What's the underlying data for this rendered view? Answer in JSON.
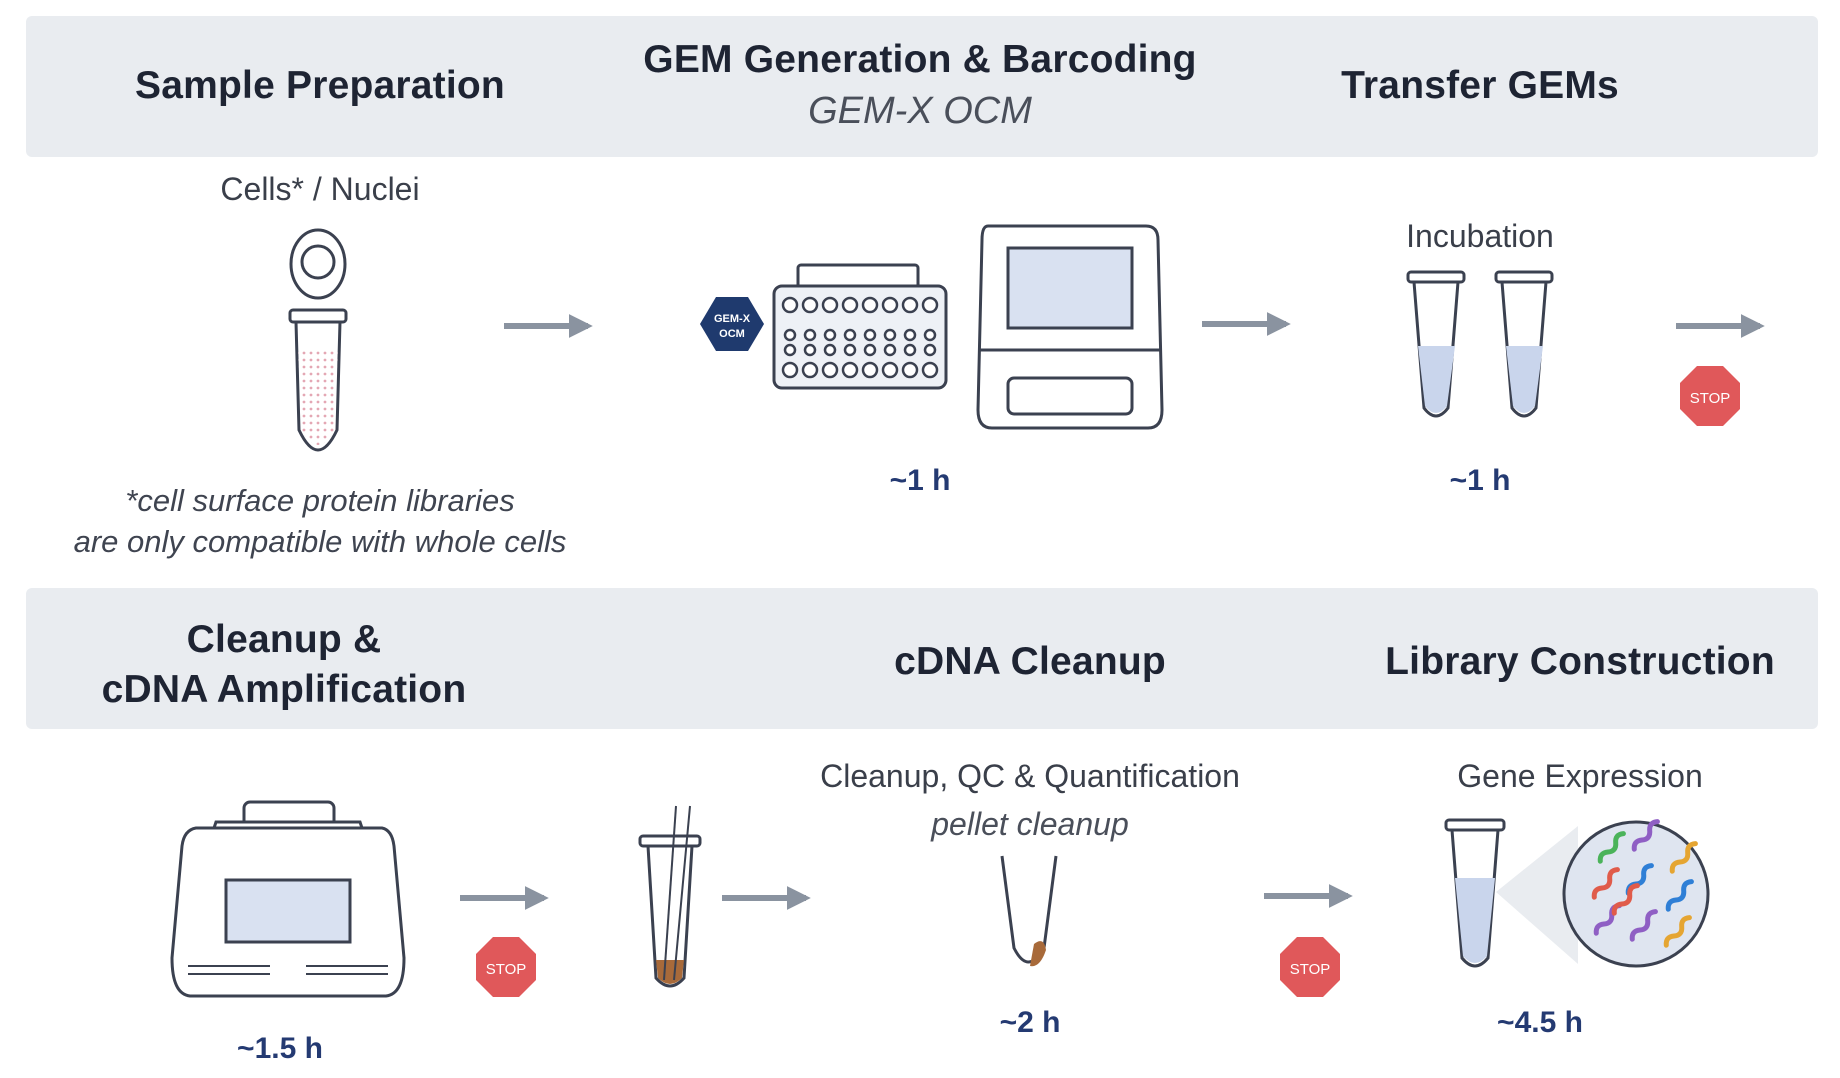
{
  "row1": {
    "sample_prep": {
      "title": "Sample Preparation",
      "label": "Cells* / Nuclei",
      "note_line1": "*cell surface protein libraries",
      "note_line2": "are only compatible with whole cells"
    },
    "gem_generation": {
      "title": "GEM Generation & Barcoding",
      "subtitle": "GEM-X OCM",
      "badge": "GEM-X OCM",
      "time": "~1 h"
    },
    "transfer_gems": {
      "title": "Transfer GEMs",
      "label": "Incubation",
      "time": "~1 h"
    }
  },
  "row2": {
    "cleanup_amplification": {
      "title_line1": "Cleanup &",
      "title_line2": "cDNA Amplification",
      "time": "~1.5 h"
    },
    "cdna_cleanup": {
      "title": "cDNA Cleanup",
      "label": "Cleanup, QC & Quantification",
      "sublabel": "pellet cleanup",
      "time": "~2 h"
    },
    "library_construction": {
      "title": "Library Construction",
      "label": "Gene Expression",
      "time": "~4.5 h"
    }
  },
  "stop_label": "STOP",
  "colors": {
    "band": "#e9ecf0",
    "time_text": "#243a72",
    "stop_red": "#e0585a",
    "arrow": "#8a93a0",
    "outline": "#3b4150",
    "liquid": "#c9d5ec",
    "sample_dots": "#e4a7b4",
    "pellet": "#a86a3a",
    "badge": "#1f3a6e"
  }
}
